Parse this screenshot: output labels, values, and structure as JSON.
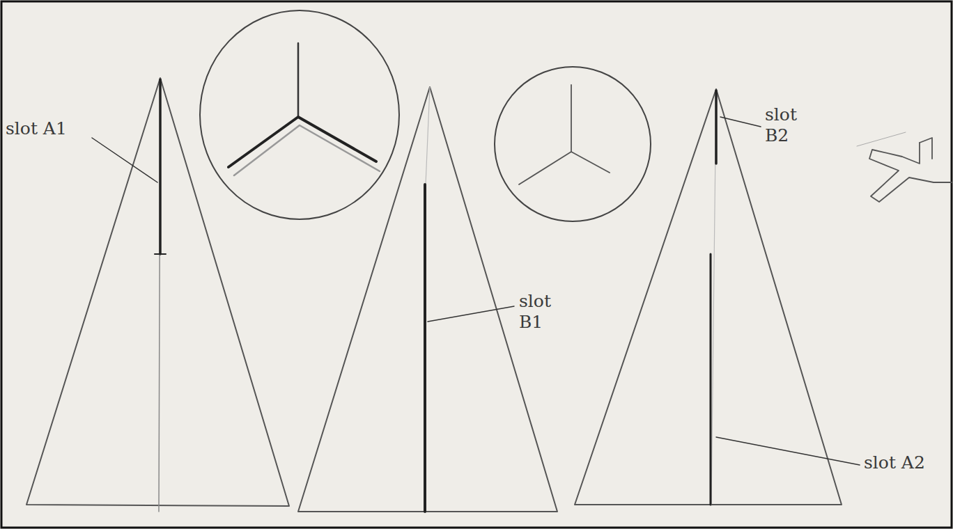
{
  "diagram": {
    "labels": [
      "slot A1",
      "slot B1",
      "slot B2",
      "slot A2"
    ]
  }
}
